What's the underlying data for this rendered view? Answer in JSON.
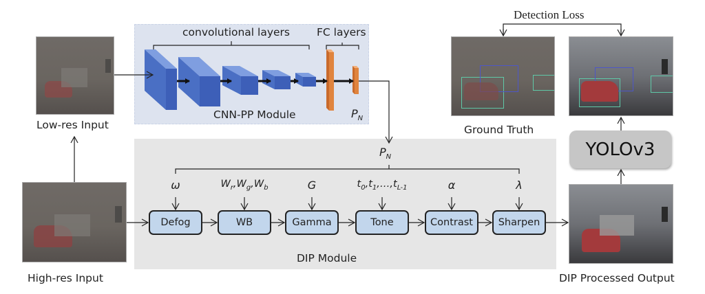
{
  "figure": {
    "cnn_pp": {
      "title": "CNN-PP Module",
      "conv_label": "convolutional layers",
      "fc_label": "FC layers",
      "output_label": "P",
      "output_sub": "N",
      "colors": {
        "conv": "#4a6fc4",
        "fc": "#e0843e",
        "panel": "#dde3ef"
      }
    },
    "dip": {
      "title": "DIP Module",
      "input_label": "P",
      "input_sub": "N",
      "blocks": [
        {
          "label": "Defog",
          "param_html": "ω"
        },
        {
          "label": "WB",
          "param_html": "W<sub>r</sub>,W<sub>g</sub>,W<sub>b</sub>"
        },
        {
          "label": "Gamma",
          "param_html": "G"
        },
        {
          "label": "Tone",
          "param_html": "t<sub>0</sub>,t<sub>1</sub>,…,t<sub>L-1</sub>"
        },
        {
          "label": "Contrast",
          "param_html": "α"
        },
        {
          "label": "Sharpen",
          "param_html": "λ"
        }
      ],
      "colors": {
        "block": "#c2d6ec",
        "panel": "#e6e6e6"
      }
    },
    "images": {
      "low_res": "Low-res Input",
      "high_res": "High-res Input",
      "ground_truth": "Ground Truth",
      "dip_output": "DIP Processed Output"
    },
    "detector": {
      "label": "YOLOv3"
    },
    "loss": {
      "label": "Detection Loss"
    }
  }
}
